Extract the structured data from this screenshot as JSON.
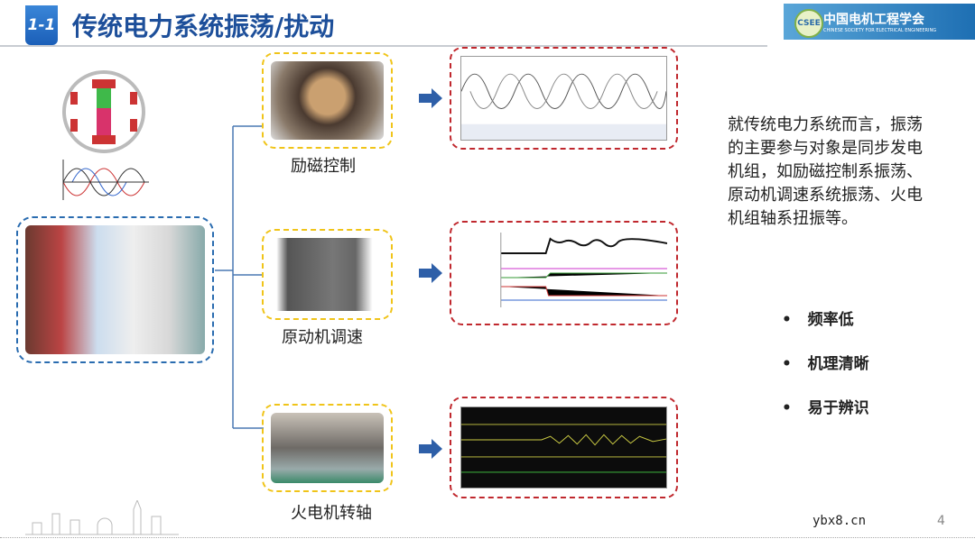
{
  "header": {
    "section_number": "1-1",
    "title": "传统电力系统振荡/扰动",
    "logo": {
      "name_cn": "中国电机工程学会",
      "name_en": "CHINESE SOCIETY FOR ELECTRICAL ENGINEERING",
      "mark": "CSEE"
    }
  },
  "branches": [
    {
      "label": "励磁控制",
      "photo": "excitation-stator-photo",
      "plot": "voltage-waveform-plot"
    },
    {
      "label": "原动机调速",
      "photo": "gear-motor-photo",
      "plot": "governor-oscillation-plot"
    },
    {
      "label": "火电机转轴",
      "photo": "turbine-shaft-photo",
      "plot": "torsional-vibration-plot"
    }
  ],
  "description": "就传统电力系统而言，振荡的主要参与对象是同步发电机组，如励磁控制系振荡、原动机调速系统振荡、火电机组轴系扭振等。",
  "bullets": [
    "频率低",
    "机理清晰",
    "易于辨识"
  ],
  "footer": {
    "watermark": "ybx8.cn",
    "page_number": "4"
  },
  "colors": {
    "title": "#1d4f9a",
    "photo_border": "#f0c419",
    "plot_border": "#c0282e",
    "main_border": "#2a6cb0",
    "arrow": "#2e5fa8"
  }
}
